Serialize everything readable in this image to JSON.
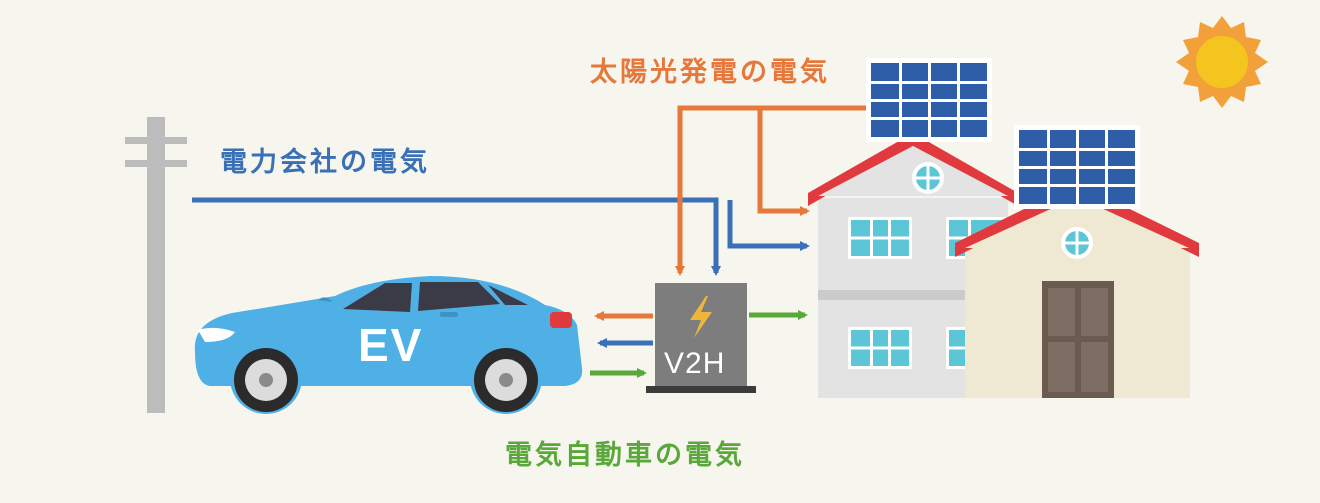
{
  "labels": {
    "utility": "電力会社の電気",
    "solar": "太陽光発電の電気",
    "ev_power": "電気自動車の電気",
    "ev": "EV",
    "v2h": "V2H"
  },
  "colors": {
    "background": "#f6f6ef",
    "utility_line": "#3a70b5",
    "solar_line": "#e5783a",
    "ev_line": "#5aa83a",
    "car_body": "#4fb0e6",
    "roof": "#e0393e",
    "panel": "#2f5ea8",
    "sun": "#f2a13a"
  },
  "icons": {
    "sun": "sun-icon",
    "pole": "utility-pole-icon",
    "car": "electric-car-icon",
    "v2h": "v2h-charger-icon",
    "bolt": "lightning-bolt-icon",
    "house_large": "two-story-house-icon",
    "house_small": "house-icon",
    "solar_panel": "solar-panel-icon"
  }
}
